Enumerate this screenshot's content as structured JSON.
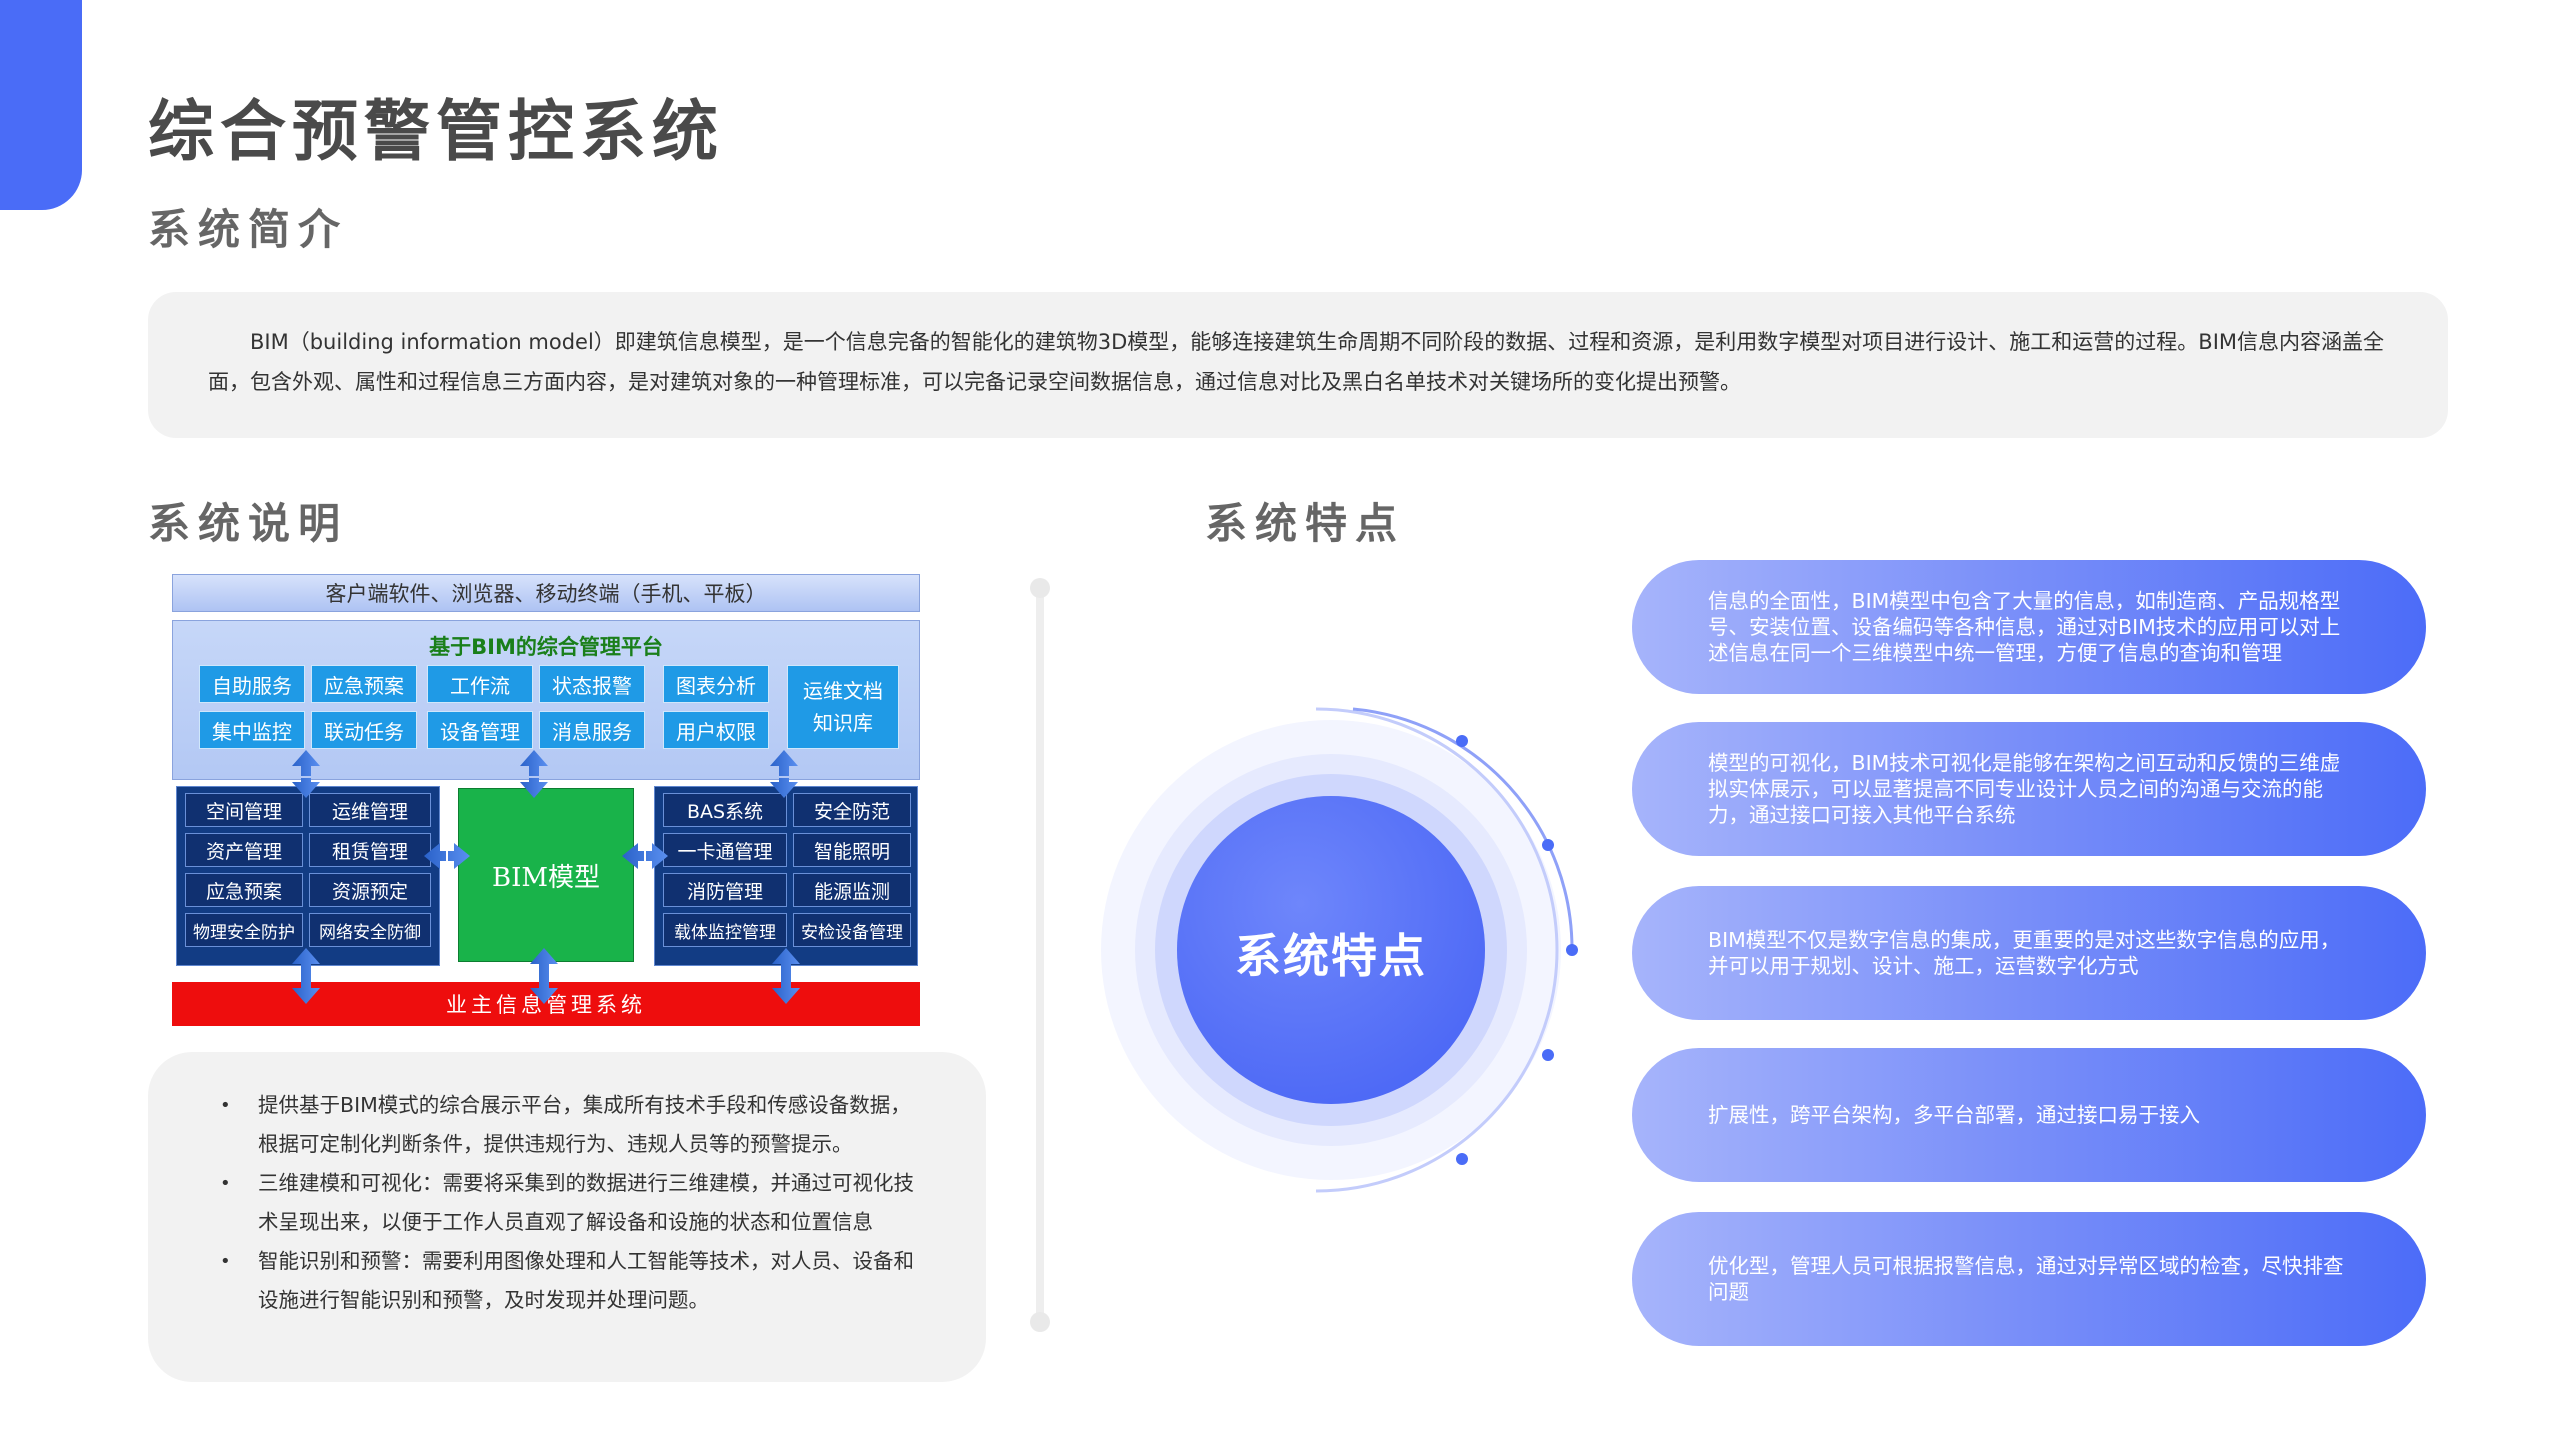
{
  "page": {
    "title": "综合预警管控系统",
    "accent_color": "#4a6cf7"
  },
  "intro": {
    "heading": "系统简介",
    "text": "BIM（building information model）即建筑信息模型，是一个信息完备的智能化的建筑物3D模型，能够连接建筑生命周期不同阶段的数据、过程和资源，是利用数字模型对项目进行设计、施工和运营的过程。BIM信息内容涵盖全面，包含外观、属性和过程信息三方面内容，是对建筑对象的一种管理标准，可以完备记录空间数据信息，通过信息对比及黑白名单技术对关键场所的变化提出预警。"
  },
  "explanation": {
    "heading": "系统说明",
    "diagram": {
      "top_bar": "客户端软件、浏览器、移动终端（手机、平板）",
      "platform_title": "基于BIM的综合管理平台",
      "platform_tiles": [
        "自助服务",
        "应急预案",
        "工作流",
        "状态报警",
        "图表分析",
        "集中监控",
        "联动任务",
        "设备管理",
        "消息服务",
        "用户权限"
      ],
      "platform_side_tile": "运维文档知识库",
      "left_modules": [
        "空间管理",
        "运维管理",
        "资产管理",
        "租赁管理",
        "应急预案",
        "资源预定",
        "物理安全防护",
        "网络安全防御"
      ],
      "center_model": "BIM模型",
      "right_modules": [
        "BAS系统",
        "安全防范",
        "一卡通管理",
        "智能照明",
        "消防管理",
        "能源监测",
        "载体监控管理",
        "安检设备管理"
      ],
      "bottom_bar": "业主信息管理系统"
    },
    "bullets": [
      "提供基于BIM模式的综合展示平台，集成所有技术手段和传感设备数据，根据可定制化判断条件，提供违规行为、违规人员等的预警提示。",
      "三维建模和可视化：需要将采集到的数据进行三维建模，并通过可视化技术呈现出来，以便于工作人员直观了解设备和设施的状态和位置信息",
      "智能识别和预警：需要利用图像处理和人工智能等技术，对人员、设备和设施进行智能识别和预警，及时发现并处理问题。"
    ]
  },
  "features": {
    "heading": "系统特点",
    "center_label": "系统特点",
    "items": [
      "信息的全面性，BIM模型中包含了大量的信息，如制造商、产品规格型号、安装位置、设备编码等各种信息，通过对BIM技术的应用可以对上述信息在同一个三维模型中统一管理，方便了信息的查询和管理",
      "模型的可视化，BIM技术可视化是能够在架构之间互动和反馈的三维虚拟实体展示，可以显著提高不同专业设计人员之间的沟通与交流的能力，通过接口可接入其他平台系统",
      "BIM模型不仅是数字信息的集成，更重要的是对这些数字信息的应用，并可以用于规划、设计、施工，运营数字化方式",
      "扩展性，跨平台架构，多平台部署，通过接口易于接入",
      "优化型，管理人员可根据报警信息，通过对异常区域的检查，尽快排查问题"
    ]
  }
}
